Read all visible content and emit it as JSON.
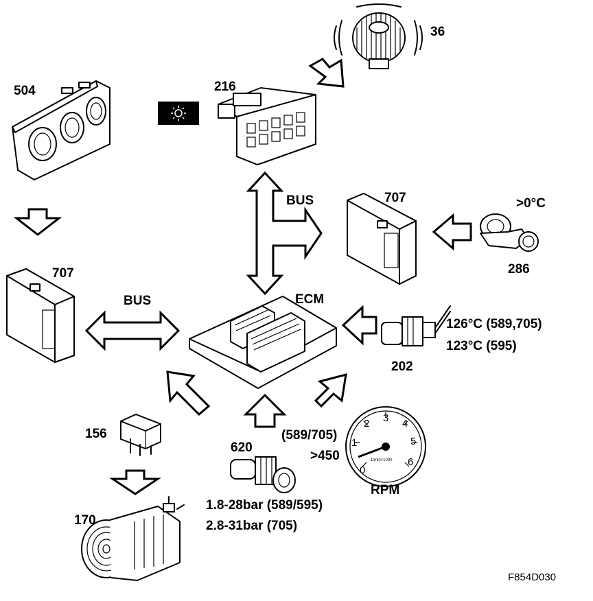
{
  "labels": {
    "blower_fan": "36",
    "control_panel": "504",
    "climate_unit": "216",
    "bus_top": "BUS",
    "bus_left": "BUS",
    "module_right": "707",
    "module_left": "707",
    "ambient_temp": ">0°C",
    "ambient_sensor": "286",
    "ecm": "ECM",
    "coolant_line1": "126°C (589,705)",
    "coolant_line2": "123°C (595)",
    "coolant_sensor": "202",
    "relay": "156",
    "pressure_sensor": "620",
    "pressure_line1": "1.8-28bar (589/595)",
    "pressure_line2": "2.8-31bar (705)",
    "rpm_variants": "(589/705)",
    "rpm_threshold": ">450",
    "rpm": "RPM",
    "compressor": "170",
    "figure_ref": "F854D030"
  },
  "tachometer": {
    "ticks": [
      "0",
      "1",
      "2",
      "3",
      "4",
      "5",
      "6"
    ],
    "unit_text": "1/min×1000"
  },
  "icons": {
    "ac_switch": "snowflake-icon"
  }
}
